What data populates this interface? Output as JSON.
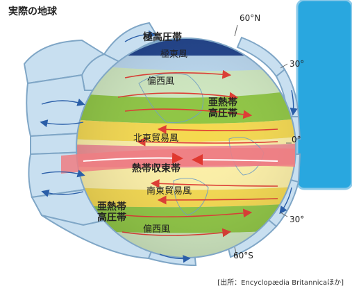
{
  "title": "実際の地球",
  "latitudes": {
    "n60": "60°N",
    "n30": "30°",
    "eq": "0°",
    "s30": "30°",
    "s60": "60°S"
  },
  "zones": {
    "polar_high": "極高圧帯",
    "polar_easterlies": "極東風",
    "westerlies_north": "偏西風",
    "subtropical_high_north": "亜熱帯\n高圧帯",
    "ne_trades": "北東貿易風",
    "itcz": "熱帯収束帯",
    "se_trades": "南東貿易風",
    "subtropical_high_south": "亜熱帯\n高圧帯",
    "westerlies_south": "偏西風"
  },
  "source": "[出所：Encyclopædia Britannicaほか]",
  "colors": {
    "cell_fill": "#c8dff0",
    "cell_stroke": "#7fa6c6",
    "sky_panel": "#29a7df",
    "ocean": "#bfe3f6",
    "arrow_red": "#e0382f",
    "arrow_blue": "#2a5ea8",
    "polar_dark": "#1b3f8a",
    "temperate_green": "#8ec641",
    "subtropic_yellow": "#f5d94e",
    "trade_cream": "#fdf0a6",
    "itcz_pink": "#ef8f93"
  }
}
